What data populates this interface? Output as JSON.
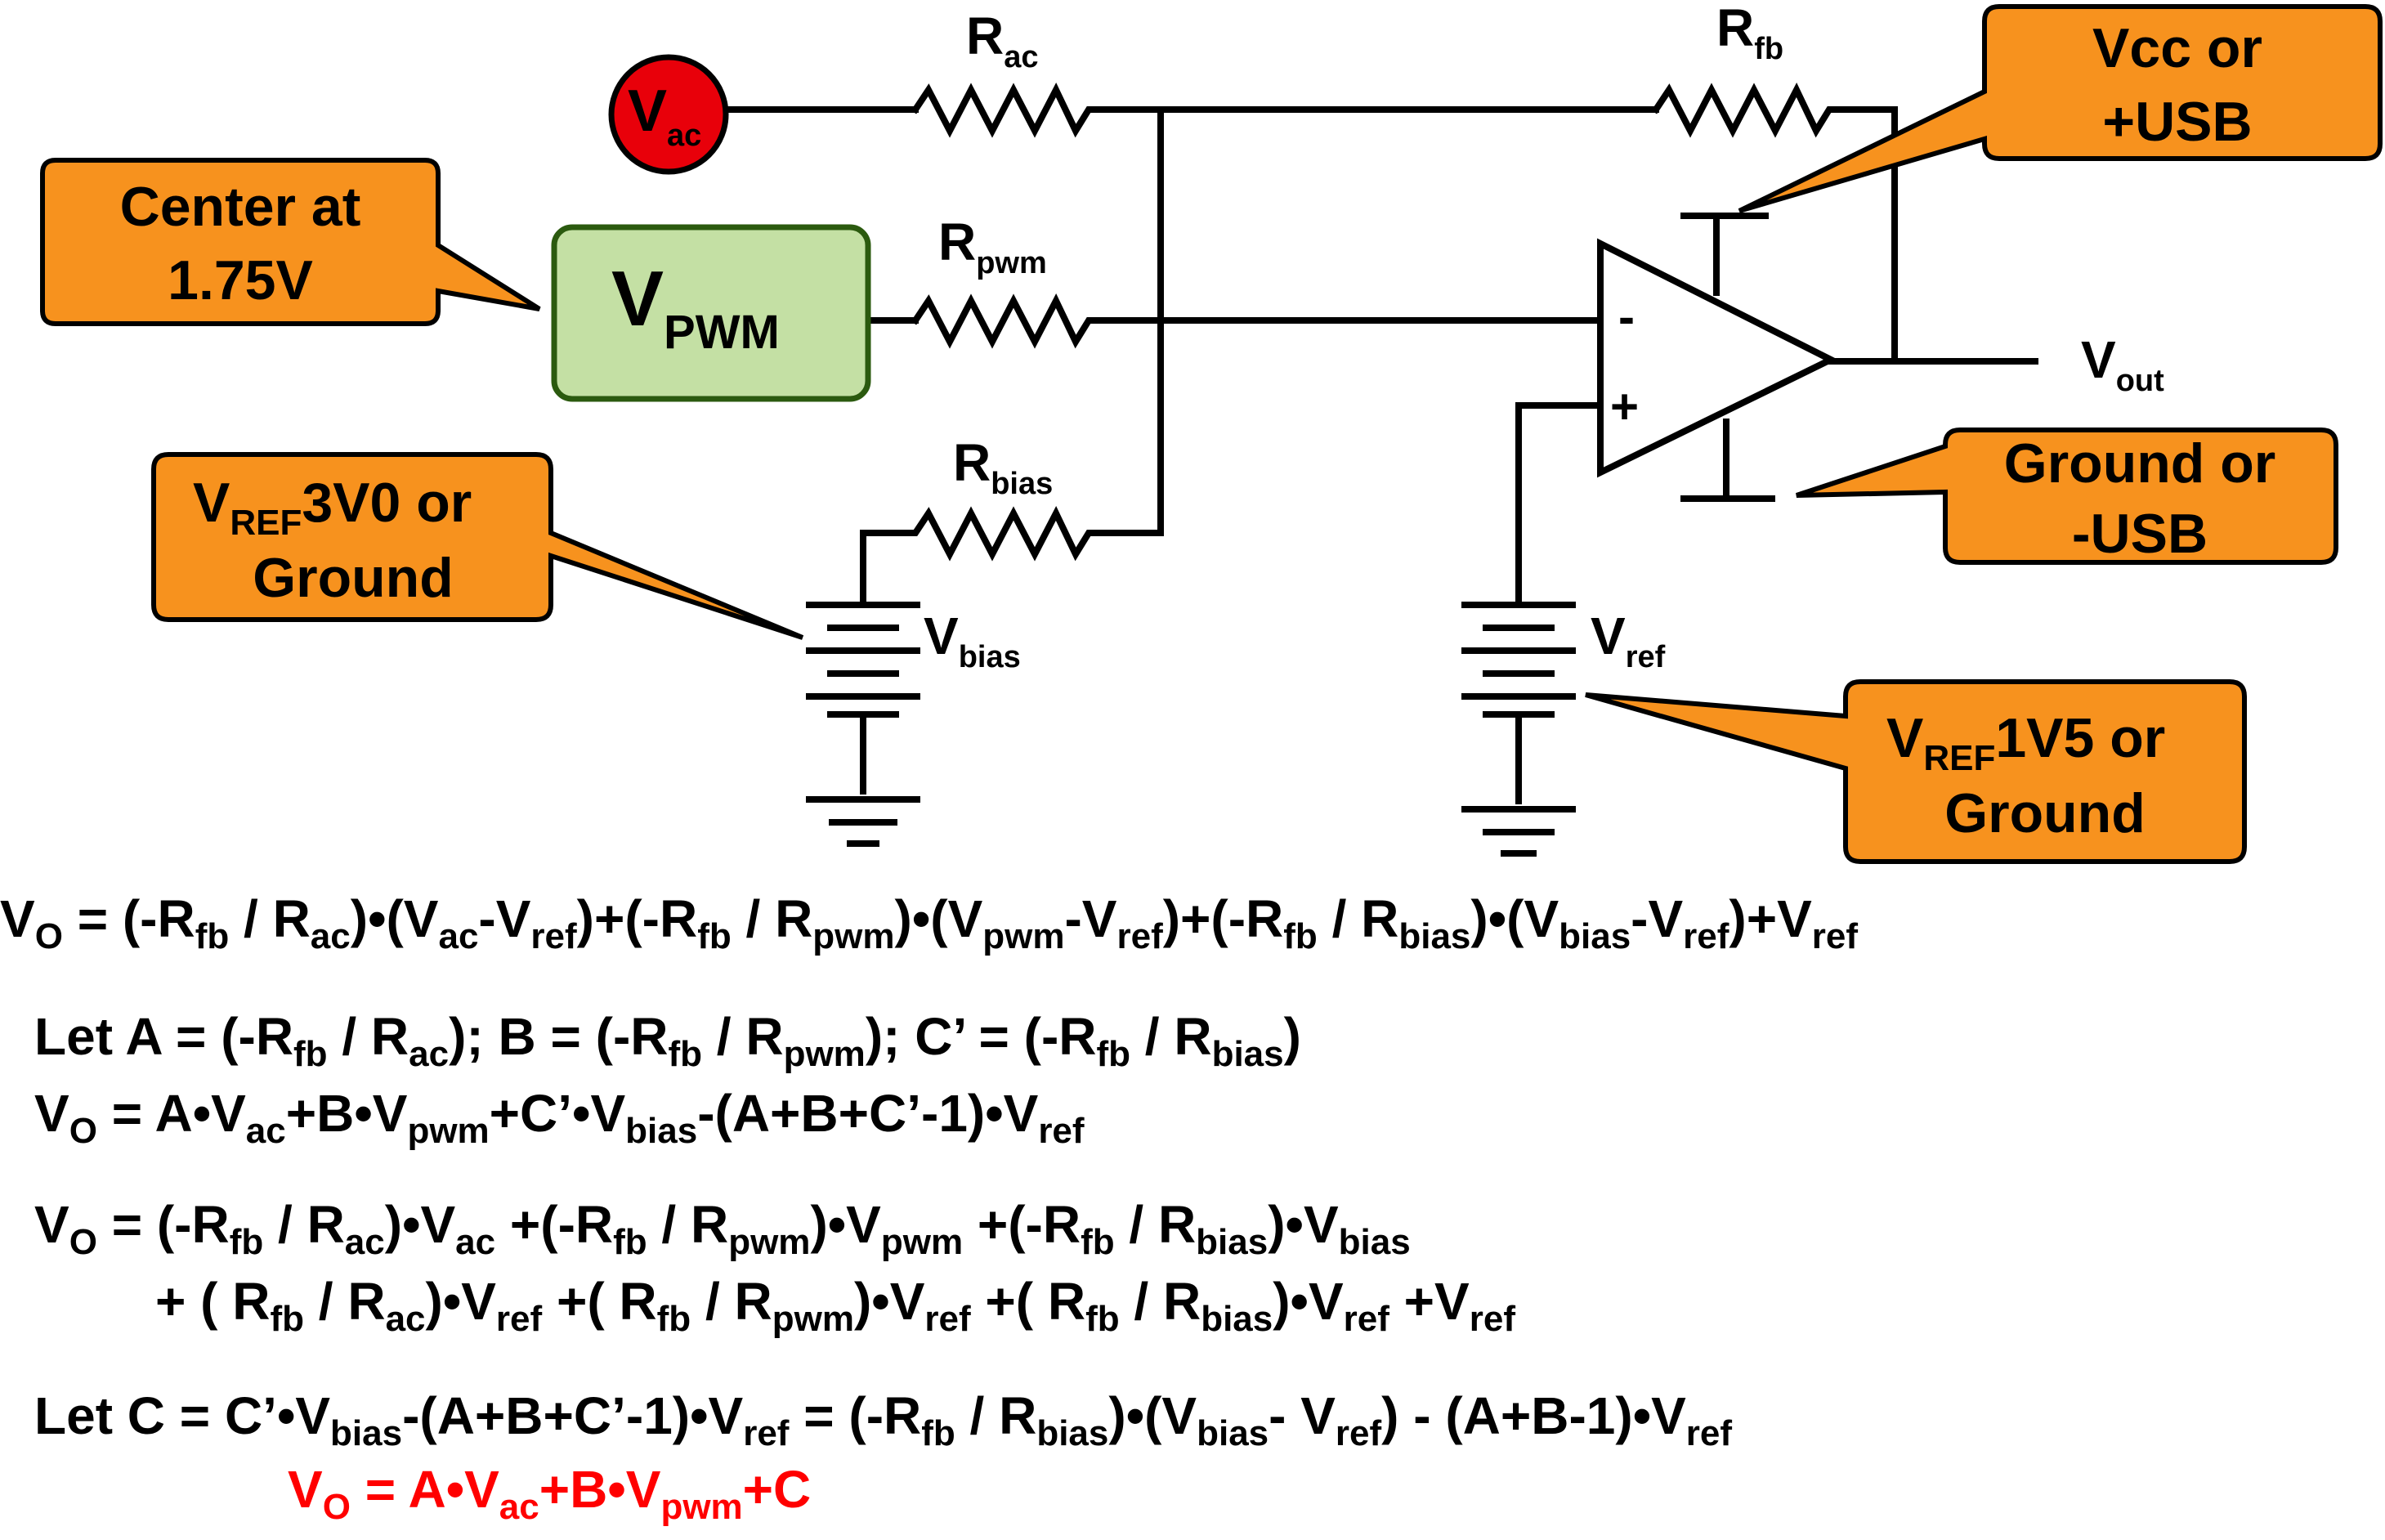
{
  "components": {
    "v_ac": "V",
    "v_ac_sub": "ac",
    "v_pwm": "V",
    "v_pwm_sub": "PWM",
    "r_ac": "R",
    "r_ac_sub": "ac",
    "r_pwm": "R",
    "r_pwm_sub": "pwm",
    "r_bias": "R",
    "r_bias_sub": "bias",
    "r_fb": "R",
    "r_fb_sub": "fb",
    "v_out": "V",
    "v_out_sub": "out",
    "v_bias": "V",
    "v_bias_sub": "bias",
    "v_ref": "V",
    "v_ref_sub": "ref",
    "minus": "-",
    "plus": "+"
  },
  "callouts": {
    "center": {
      "line1": "Center at",
      "line2": "1.75V"
    },
    "vcc": {
      "line1": "Vcc or",
      "line2": "+USB"
    },
    "ground_usb": {
      "line1": "Ground or",
      "line2": "-USB"
    },
    "vref_3v0": {
      "pre": "V",
      "sub": "REF",
      "post": "3V0 or",
      "line2": "Ground"
    },
    "vref_1v5": {
      "pre": "V",
      "sub": "REF",
      "post": "1V5 or",
      "line2": "Ground"
    }
  },
  "colors": {
    "callout_fill": "#f7921e",
    "vpwm_fill": "#c4e0a4",
    "vpwm_stroke": "#2b5a0f",
    "vac_fill": "#e8000a",
    "result_text": "#ff0000"
  },
  "equations": [
    [
      [
        "V",
        ""
      ],
      [
        "O",
        "s"
      ],
      [
        " = (-R",
        ""
      ],
      [
        "fb",
        "s"
      ],
      [
        " / R",
        ""
      ],
      [
        "ac",
        "s"
      ],
      [
        ")•(V",
        ""
      ],
      [
        "ac",
        "s"
      ],
      [
        "-V",
        ""
      ],
      [
        "ref",
        "s"
      ],
      [
        ")+(-R",
        ""
      ],
      [
        "fb",
        "s"
      ],
      [
        " / R",
        ""
      ],
      [
        "pwm",
        "s"
      ],
      [
        ")•(V",
        ""
      ],
      [
        "pwm",
        "s"
      ],
      [
        "-V",
        ""
      ],
      [
        "ref",
        "s"
      ],
      [
        ")+(-R",
        ""
      ],
      [
        "fb",
        "s"
      ],
      [
        " / R",
        ""
      ],
      [
        "bias",
        "s"
      ],
      [
        ")•(V",
        ""
      ],
      [
        "bias",
        "s"
      ],
      [
        "-V",
        ""
      ],
      [
        "ref",
        "s"
      ],
      [
        ")+V",
        ""
      ],
      [
        "ref",
        "s"
      ]
    ],
    [
      [
        "Let A = (-R",
        ""
      ],
      [
        "fb",
        "s"
      ],
      [
        " / R",
        ""
      ],
      [
        "ac",
        "s"
      ],
      [
        ");    B = (-R",
        ""
      ],
      [
        "fb",
        "s"
      ],
      [
        " / R",
        ""
      ],
      [
        "pwm",
        "s"
      ],
      [
        ");    C’ = (-R",
        ""
      ],
      [
        "fb",
        "s"
      ],
      [
        " / R",
        ""
      ],
      [
        "bias",
        "s"
      ],
      [
        ")",
        ""
      ]
    ],
    [
      [
        "V",
        ""
      ],
      [
        "O",
        "s"
      ],
      [
        " = A•V",
        ""
      ],
      [
        "ac",
        "s"
      ],
      [
        "+B•V",
        ""
      ],
      [
        "pwm",
        "s"
      ],
      [
        "+C’•V",
        ""
      ],
      [
        "bias",
        "s"
      ],
      [
        "-(A+B+C’-1)•V",
        ""
      ],
      [
        "ref",
        "s"
      ]
    ],
    [
      [
        "V",
        ""
      ],
      [
        "O",
        "s"
      ],
      [
        " = (-R",
        ""
      ],
      [
        "fb",
        "s"
      ],
      [
        " / R",
        ""
      ],
      [
        "ac",
        "s"
      ],
      [
        ")•V",
        ""
      ],
      [
        "ac",
        "s"
      ],
      [
        " +(-R",
        ""
      ],
      [
        "fb",
        "s"
      ],
      [
        " / R",
        ""
      ],
      [
        "pwm",
        "s"
      ],
      [
        ")•V",
        ""
      ],
      [
        "pwm",
        "s"
      ],
      [
        "  +(-R",
        ""
      ],
      [
        "fb",
        "s"
      ],
      [
        " / R",
        ""
      ],
      [
        "bias",
        "s"
      ],
      [
        ")•V",
        ""
      ],
      [
        "bias",
        "s"
      ]
    ],
    [
      [
        "+ ( R",
        ""
      ],
      [
        "fb",
        "s"
      ],
      [
        " / R",
        ""
      ],
      [
        "ac",
        "s"
      ],
      [
        ")•V",
        ""
      ],
      [
        "ref",
        "s"
      ],
      [
        " +( R",
        ""
      ],
      [
        "fb",
        "s"
      ],
      [
        " / R",
        ""
      ],
      [
        "pwm",
        "s"
      ],
      [
        ")•V",
        ""
      ],
      [
        "ref",
        "s"
      ],
      [
        "    +( R",
        ""
      ],
      [
        "fb",
        "s"
      ],
      [
        " / R",
        ""
      ],
      [
        "bias",
        "s"
      ],
      [
        ")•V",
        ""
      ],
      [
        "ref",
        "s"
      ],
      [
        "   +V",
        ""
      ],
      [
        "ref",
        "s"
      ]
    ],
    [
      [
        "Let C = C’•V",
        ""
      ],
      [
        "bias",
        "s"
      ],
      [
        "-(A+B+C’-1)•V",
        ""
      ],
      [
        "ref",
        "s"
      ],
      [
        " = (-R",
        ""
      ],
      [
        "fb",
        "s"
      ],
      [
        " / R",
        ""
      ],
      [
        "bias",
        "s"
      ],
      [
        ")•(V",
        ""
      ],
      [
        "bias",
        "s"
      ],
      [
        "- V",
        ""
      ],
      [
        "ref",
        "s"
      ],
      [
        ") - (A+B-1)•V",
        ""
      ],
      [
        "ref",
        "s"
      ]
    ],
    [
      [
        "V",
        ""
      ],
      [
        "O",
        "s"
      ],
      [
        " = A•V",
        ""
      ],
      [
        "ac",
        "s"
      ],
      [
        "+B•V",
        ""
      ],
      [
        "pwm",
        "s"
      ],
      [
        "+C",
        ""
      ]
    ]
  ]
}
